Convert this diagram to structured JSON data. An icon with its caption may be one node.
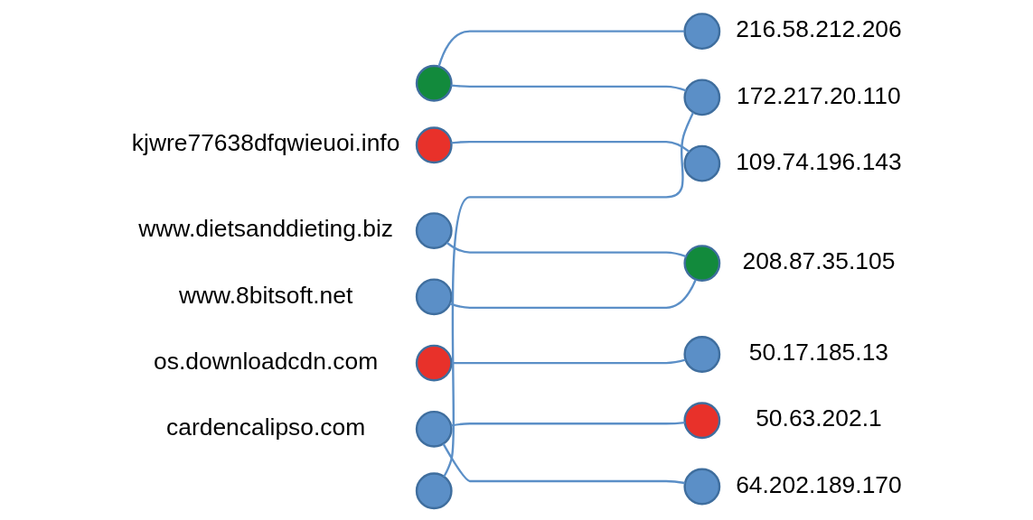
{
  "diagram": {
    "nodes": [
      {
        "text": [],
        "shape": "circle"
      },
      {
        "text": [],
        "shape": "circle",
        "beside": [
          "kjwre77638dfqwieuoi.info"
        ]
      },
      {
        "text": [],
        "shape": "circle",
        "beside": [
          "www.dietsanddieting.biz"
        ]
      },
      {
        "text": [],
        "shape": "circle",
        "beside": [
          "www.8bitsoft.net"
        ]
      },
      {
        "text": [],
        "shape": "circle",
        "beside": [
          "os.downloadcdn.com"
        ]
      },
      {
        "text": [],
        "shape": "circle",
        "beside": [
          "cardencalipso.com"
        ]
      },
      {
        "text": [],
        "shape": "circle"
      },
      {
        "text": [],
        "shape": "circle",
        "beside": [
          "216.58.212.206"
        ]
      },
      {
        "text": [],
        "shape": "circle",
        "beside": [
          "172.217.20.110"
        ]
      },
      {
        "text": [],
        "shape": "circle",
        "beside": [
          "109.74.196.143"
        ]
      },
      {
        "text": [],
        "shape": "circle",
        "beside": [
          "208.87.35.105"
        ]
      },
      {
        "text": [],
        "shape": "circle",
        "beside": [
          "50.17.185.13"
        ]
      },
      {
        "text": [],
        "shape": "circle",
        "beside": [
          "50.63.202.1"
        ]
      },
      {
        "text": [],
        "shape": "circle",
        "beside": [
          "64.202.189.170"
        ]
      }
    ],
    "edges": [
      {
        "from": 0,
        "to": 7,
        "arrow": "none"
      },
      {
        "from": 0,
        "to": 8,
        "arrow": "none"
      },
      {
        "from": 1,
        "to": 9,
        "arrow": "none"
      },
      {
        "from": 2,
        "to": 10,
        "arrow": "none"
      },
      {
        "from": 3,
        "to": 10,
        "arrow": "none"
      },
      {
        "from": 4,
        "to": 11,
        "arrow": "none"
      },
      {
        "from": 5,
        "to": 12,
        "arrow": "none"
      },
      {
        "from": 5,
        "to": 13,
        "arrow": "none"
      },
      {
        "from": 6,
        "to": 8,
        "arrow": "none"
      }
    ]
  }
}
